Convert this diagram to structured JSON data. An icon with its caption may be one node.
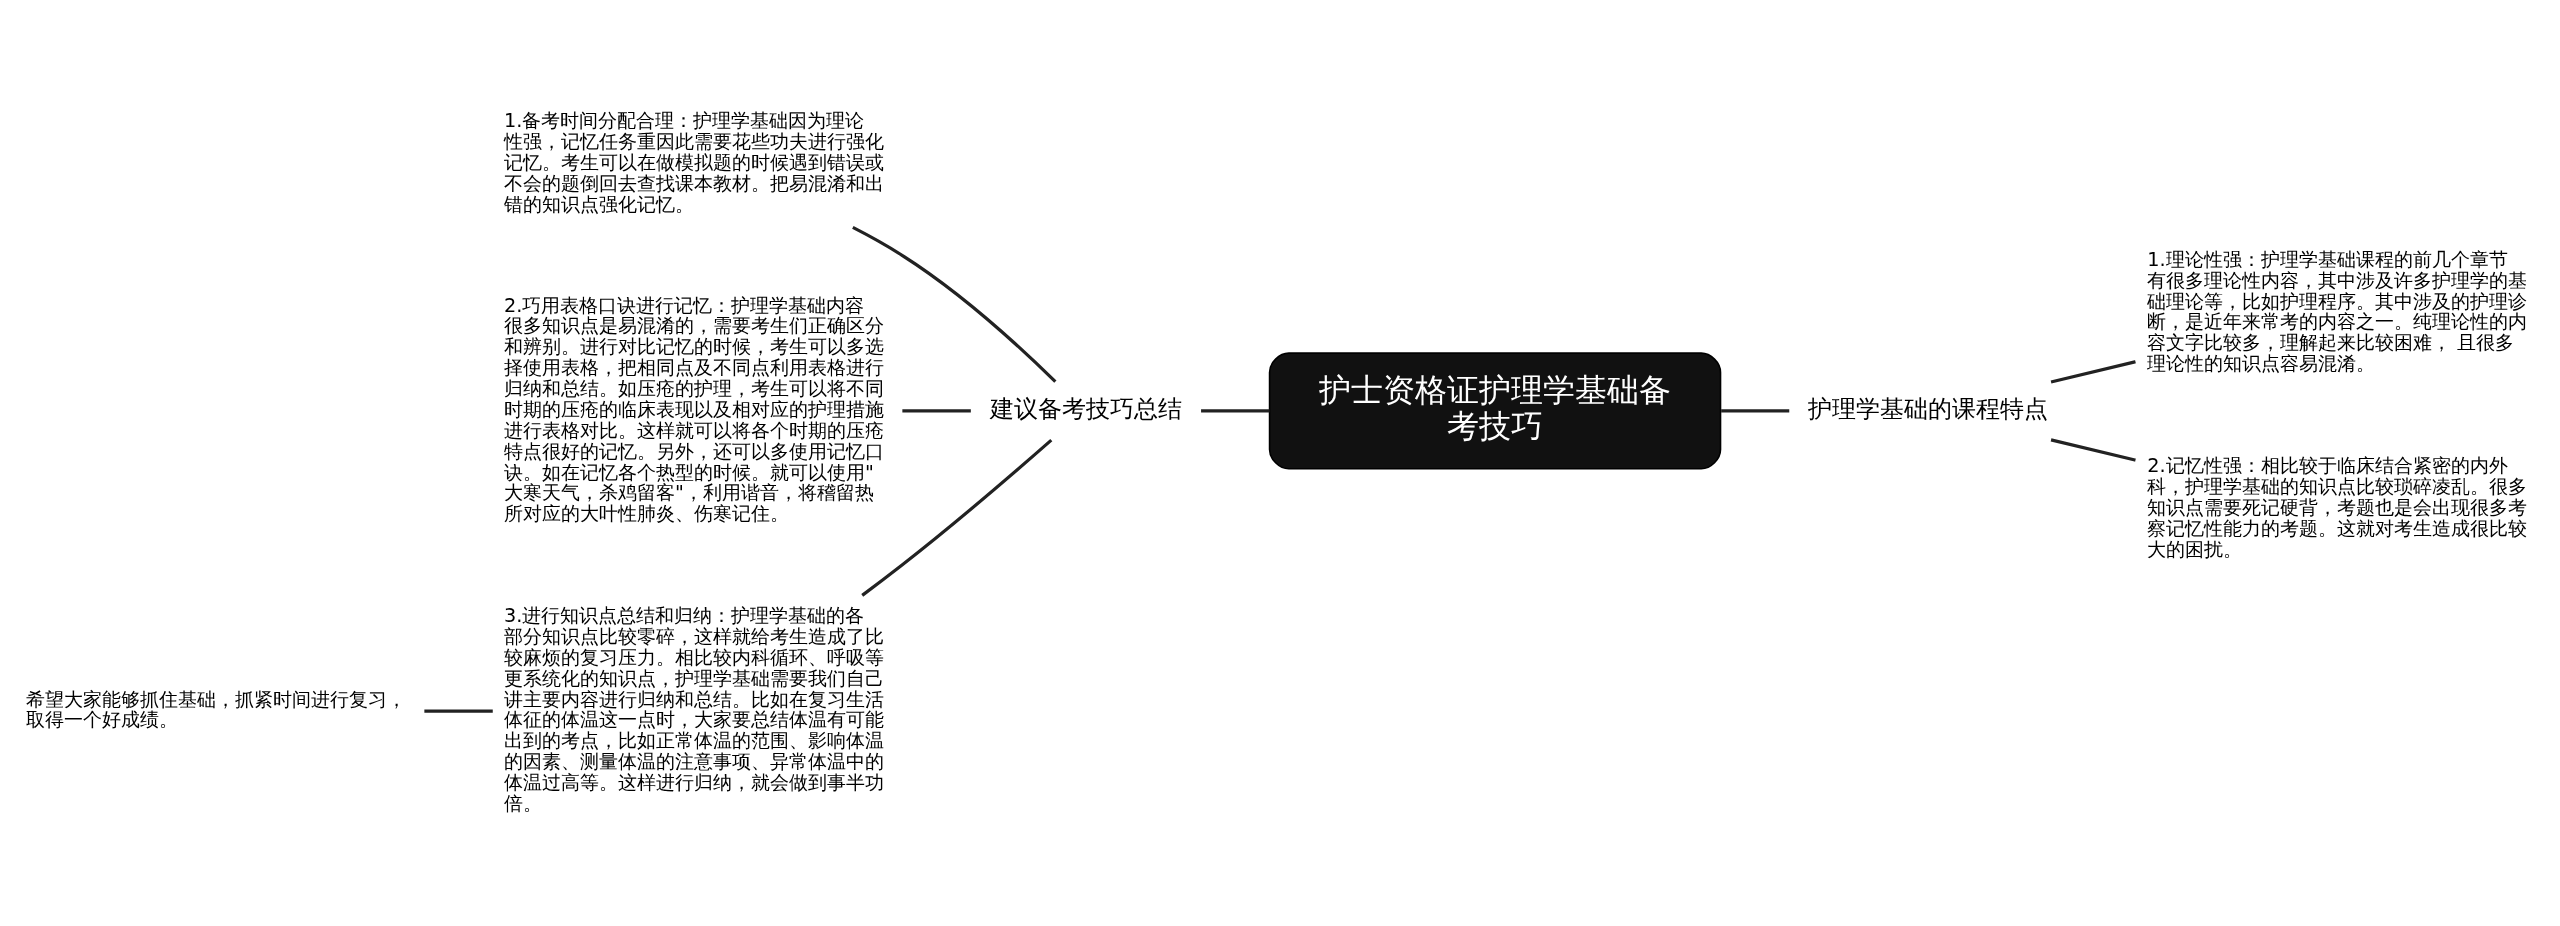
{
  "diagram": {
    "nodes": [
      {
        "text": [
          "护士资格证护理学基础备考技巧"
        ]
      },
      {
        "text": [
          "建议备考技巧总结"
        ]
      },
      {
        "text": [
          "1.备考时间分配合理：护理学基础因为理论性强，记忆任务重因此需要花些功夫进行强化记忆。考生可以在做模拟题的时候遇到错误或不会的题倒回去查找课本教材。把易混淆和出错的知识点强化记忆。"
        ]
      },
      {
        "text": [
          "2.巧用表格口诀进行记忆：护理学基础内容很多知识点是易混淆的，需要考生们正确区分和辨别。进行对比记忆的时候，考生可以多选择使用表格，把相同点及不同点利用表格进行归纳和总结。如压疮的护理，考生可以将不同时期的压疮的临床表现以及相对应的护理措施进行表格对比。这样就可以将各个时期的压疮特点很好的记忆。另外，还可以多使用记忆口诀。如在记忆各个热型的时候。就可以使用\"大寒天气，杀鸡留客\"，利用谐音，将稽留热所对应的大叶性肺炎、伤寒记住。"
        ]
      },
      {
        "text": [
          "3.进行知识点总结和归纳：护理学基础的各部分知识点比较零碎，这样就给考生造成了比较麻烦的复习压力。相比较内科循环、呼吸等更系统化的知识点，护理学基础需要我们自己讲主要内容进行归纳和总结。比如在复习生活体征的体温这一点时，大家要总结体温有可能出到的考点，比如正常体温的范围、影响体温的因素、测量体温的注意事项、异常体温中的体温过高等。这样进行归纳，就会做到事半功倍。"
        ]
      },
      {
        "text": [
          "希望大家能够抓住基础，抓紧时间进行复习，取得一个好成绩。"
        ]
      },
      {
        "text": [
          "护理学基础的课程特点"
        ]
      },
      {
        "text": [
          "1.理论性强：护理学基础课程的前几个章节有很多理论性内容，其中涉及许多护理学的基础理论等，比如护理程序。其中涉及的护理诊断，是近年来常考的内容之一。纯理论性的内容文字比较多，理解起来比较困难， 且很多理论性的知识点容易混淆。"
        ]
      },
      {
        "text": [
          "2.记忆性强：相比较于临床结合紧密的内外科，护理学基础的知识点比较琐碎凌乱。很多知识点需要死记硬背，考题也是会出现很多考察记忆性能力的考题。这就对考生造成很比较大的困扰。"
        ]
      }
    ],
    "edges": [
      {
        "from": 0,
        "to": 1,
        "arrow": "none"
      },
      {
        "from": 1,
        "to": 2,
        "arrow": "none"
      },
      {
        "from": 1,
        "to": 3,
        "arrow": "none"
      },
      {
        "from": 1,
        "to": 4,
        "arrow": "none"
      },
      {
        "from": 4,
        "to": 5,
        "arrow": "none"
      },
      {
        "from": 0,
        "to": 6,
        "arrow": "none"
      },
      {
        "from": 6,
        "to": 7,
        "arrow": "none"
      },
      {
        "from": 6,
        "to": 8,
        "arrow": "none"
      }
    ]
  }
}
